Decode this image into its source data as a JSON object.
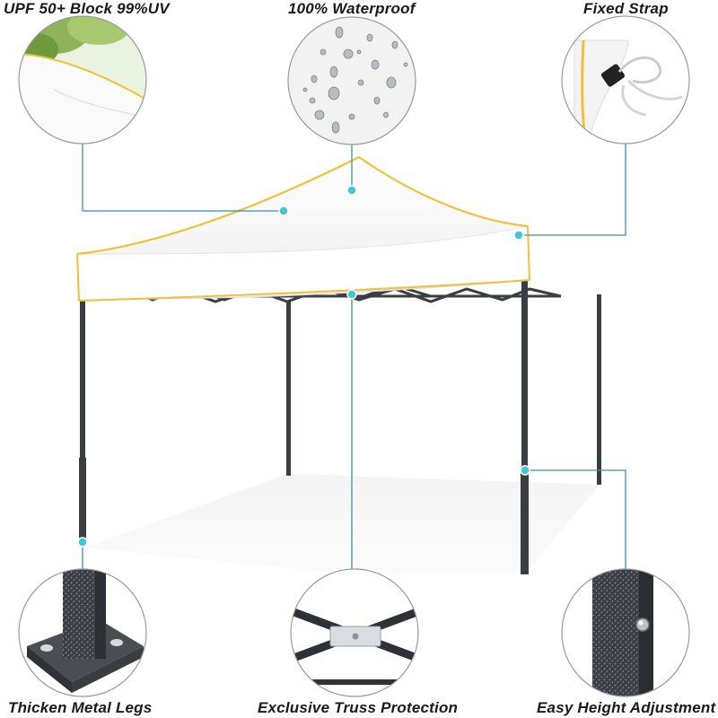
{
  "features": {
    "upf": {
      "label": "UPF 50+ Block 99%UV",
      "icon": "sun-canopy-corner-detail"
    },
    "waterproof": {
      "label": "100% Waterproof",
      "icon": "water-droplets-detail"
    },
    "strap": {
      "label": "Fixed Strap",
      "icon": "fixed-strap-detail"
    },
    "legs": {
      "label": "Thicken Metal Legs",
      "icon": "metal-leg-base-detail"
    },
    "truss": {
      "label": "Exclusive Truss Protection",
      "icon": "truss-joint-detail"
    },
    "height": {
      "label": "Easy Height Adjustment",
      "icon": "height-adjust-pin-detail"
    }
  },
  "colors": {
    "callout_line": "#3f8fb0",
    "callout_dot": "#45c6d6",
    "canopy": "#ffffff",
    "canopy_trim": "#f0c23a",
    "frame": "#3a3d42",
    "circle_border": "#9a9a9a"
  }
}
